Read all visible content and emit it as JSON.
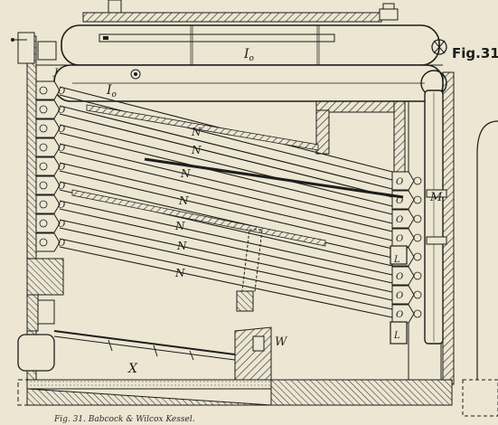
{
  "figure": {
    "number_label": "Fig.31.",
    "caption": "Fig. 31. Babcock & Wilcox Kessel.",
    "labels": {
      "drum_upper": "I",
      "drum_upper_sub": "o",
      "drum_lower": "I",
      "drum_lower_sub": "o",
      "tube": "N",
      "header_front": "O",
      "header_rear": "O",
      "header_rear_sub": "o",
      "mud_box": "L",
      "rear_header": "M",
      "grate": "X",
      "bridge_wall": "W",
      "front_box": "J"
    }
  },
  "colors": {
    "paper": "#ece6d2",
    "ink": "#1d1d1d",
    "hatch": "#3a3a3a"
  }
}
